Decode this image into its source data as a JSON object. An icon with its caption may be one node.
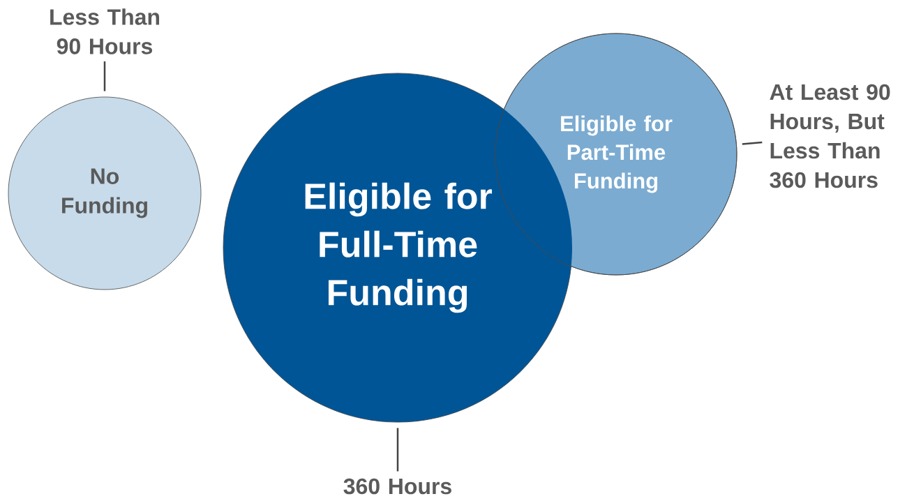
{
  "diagram": {
    "nodes": [
      {
        "text": [
          "Less Than 90 Hours"
        ]
      },
      {
        "text": [
          "No Funding"
        ]
      },
      {
        "text": [
          "Eligible for Full-Time Funding"
        ]
      },
      {
        "text": [
          "Eligible for Part-Time Funding"
        ]
      },
      {
        "text": [
          "At Least 90 Hours, But Less Than 360 Hours"
        ]
      },
      {
        "text": [
          "360 Hours"
        ]
      }
    ],
    "edges": [
      {
        "from": 0,
        "to": 1,
        "arrow": "none"
      },
      {
        "from": 4,
        "to": 3,
        "arrow": "none"
      },
      {
        "from": 5,
        "to": 2,
        "arrow": "none"
      }
    ]
  }
}
